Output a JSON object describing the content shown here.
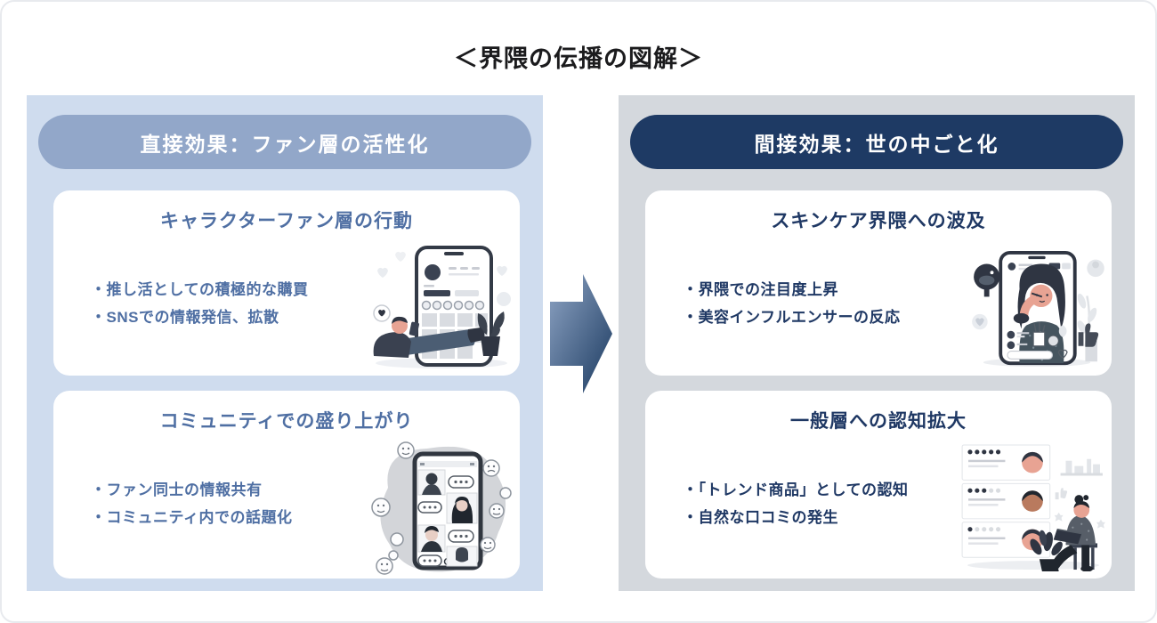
{
  "page": {
    "title": "＜界隈の伝播の図解＞"
  },
  "left_panel": {
    "header": "直接効果：ファン層の活性化",
    "cards": [
      {
        "title": "キャラクターファン層の行動",
        "bullets": [
          "・推し活としての積極的な購買",
          "・SNSでの情報発信、拡散"
        ],
        "illustration": "social-profile-phone-illustration"
      },
      {
        "title": "コミュニティでの盛り上がり",
        "bullets": [
          "・ファン同士の情報共有",
          "・コミュニティ内での話題化"
        ],
        "illustration": "community-chat-phone-illustration"
      }
    ]
  },
  "arrow": {
    "direction": "right"
  },
  "right_panel": {
    "header": "間接効果：世の中ごと化",
    "cards": [
      {
        "title": "スキンケア界隈への波及",
        "bullets": [
          "・界隈での注目度上昇",
          "・美容インフルエンサーの反応"
        ],
        "illustration": "beauty-influencer-phone-illustration"
      },
      {
        "title": "一般層への認知拡大",
        "bullets": [
          "・「トレンド商品」としての認知",
          "・自然な口コミの発生"
        ],
        "illustration": "reviews-laptop-illustration"
      }
    ]
  },
  "colors": {
    "left_panel_bg": "#cfdcee",
    "left_header_bg": "#92a7c9",
    "left_text": "#4f6fa3",
    "right_panel_bg": "#d4d8dd",
    "right_header_bg": "#1e3a64",
    "right_text": "#1f3864",
    "arrow_gradient_start": "#8ea4c4",
    "arrow_gradient_end": "#1b3a60"
  }
}
